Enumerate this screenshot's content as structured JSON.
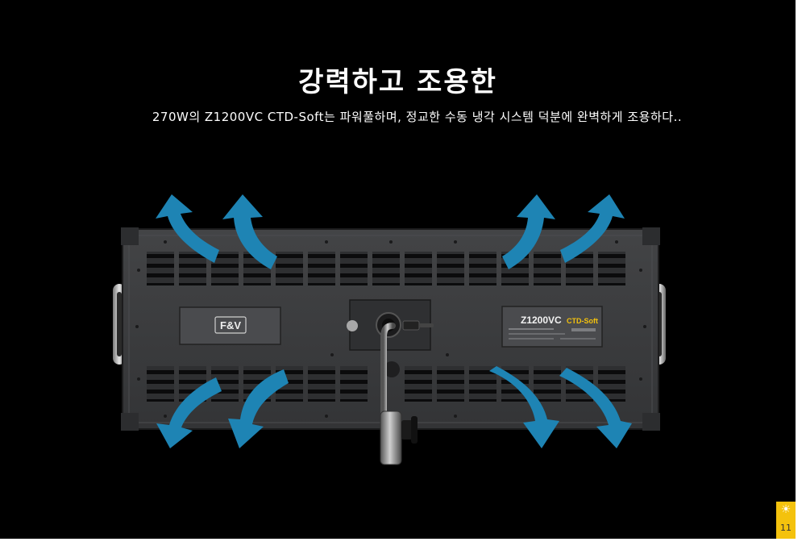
{
  "page": {
    "title": "강력하고 조용한",
    "subtitle": "270W의 Z1200VC CTD-Soft는 파워풀하며, 정교한 수동 냉각 시스템 덕분에 완벽하게 조용하다..",
    "page_number": "11"
  },
  "product": {
    "brand_logo": "F&V",
    "model_main": "Z1200VC",
    "model_suffix": "CTD-Soft"
  },
  "colors": {
    "background": "#000000",
    "arrow": "#1e84b4",
    "panel": "#3a3b3d",
    "badge": "#f4c20d"
  },
  "icons": [
    "sun-icon",
    "airflow-arrow-icon"
  ]
}
